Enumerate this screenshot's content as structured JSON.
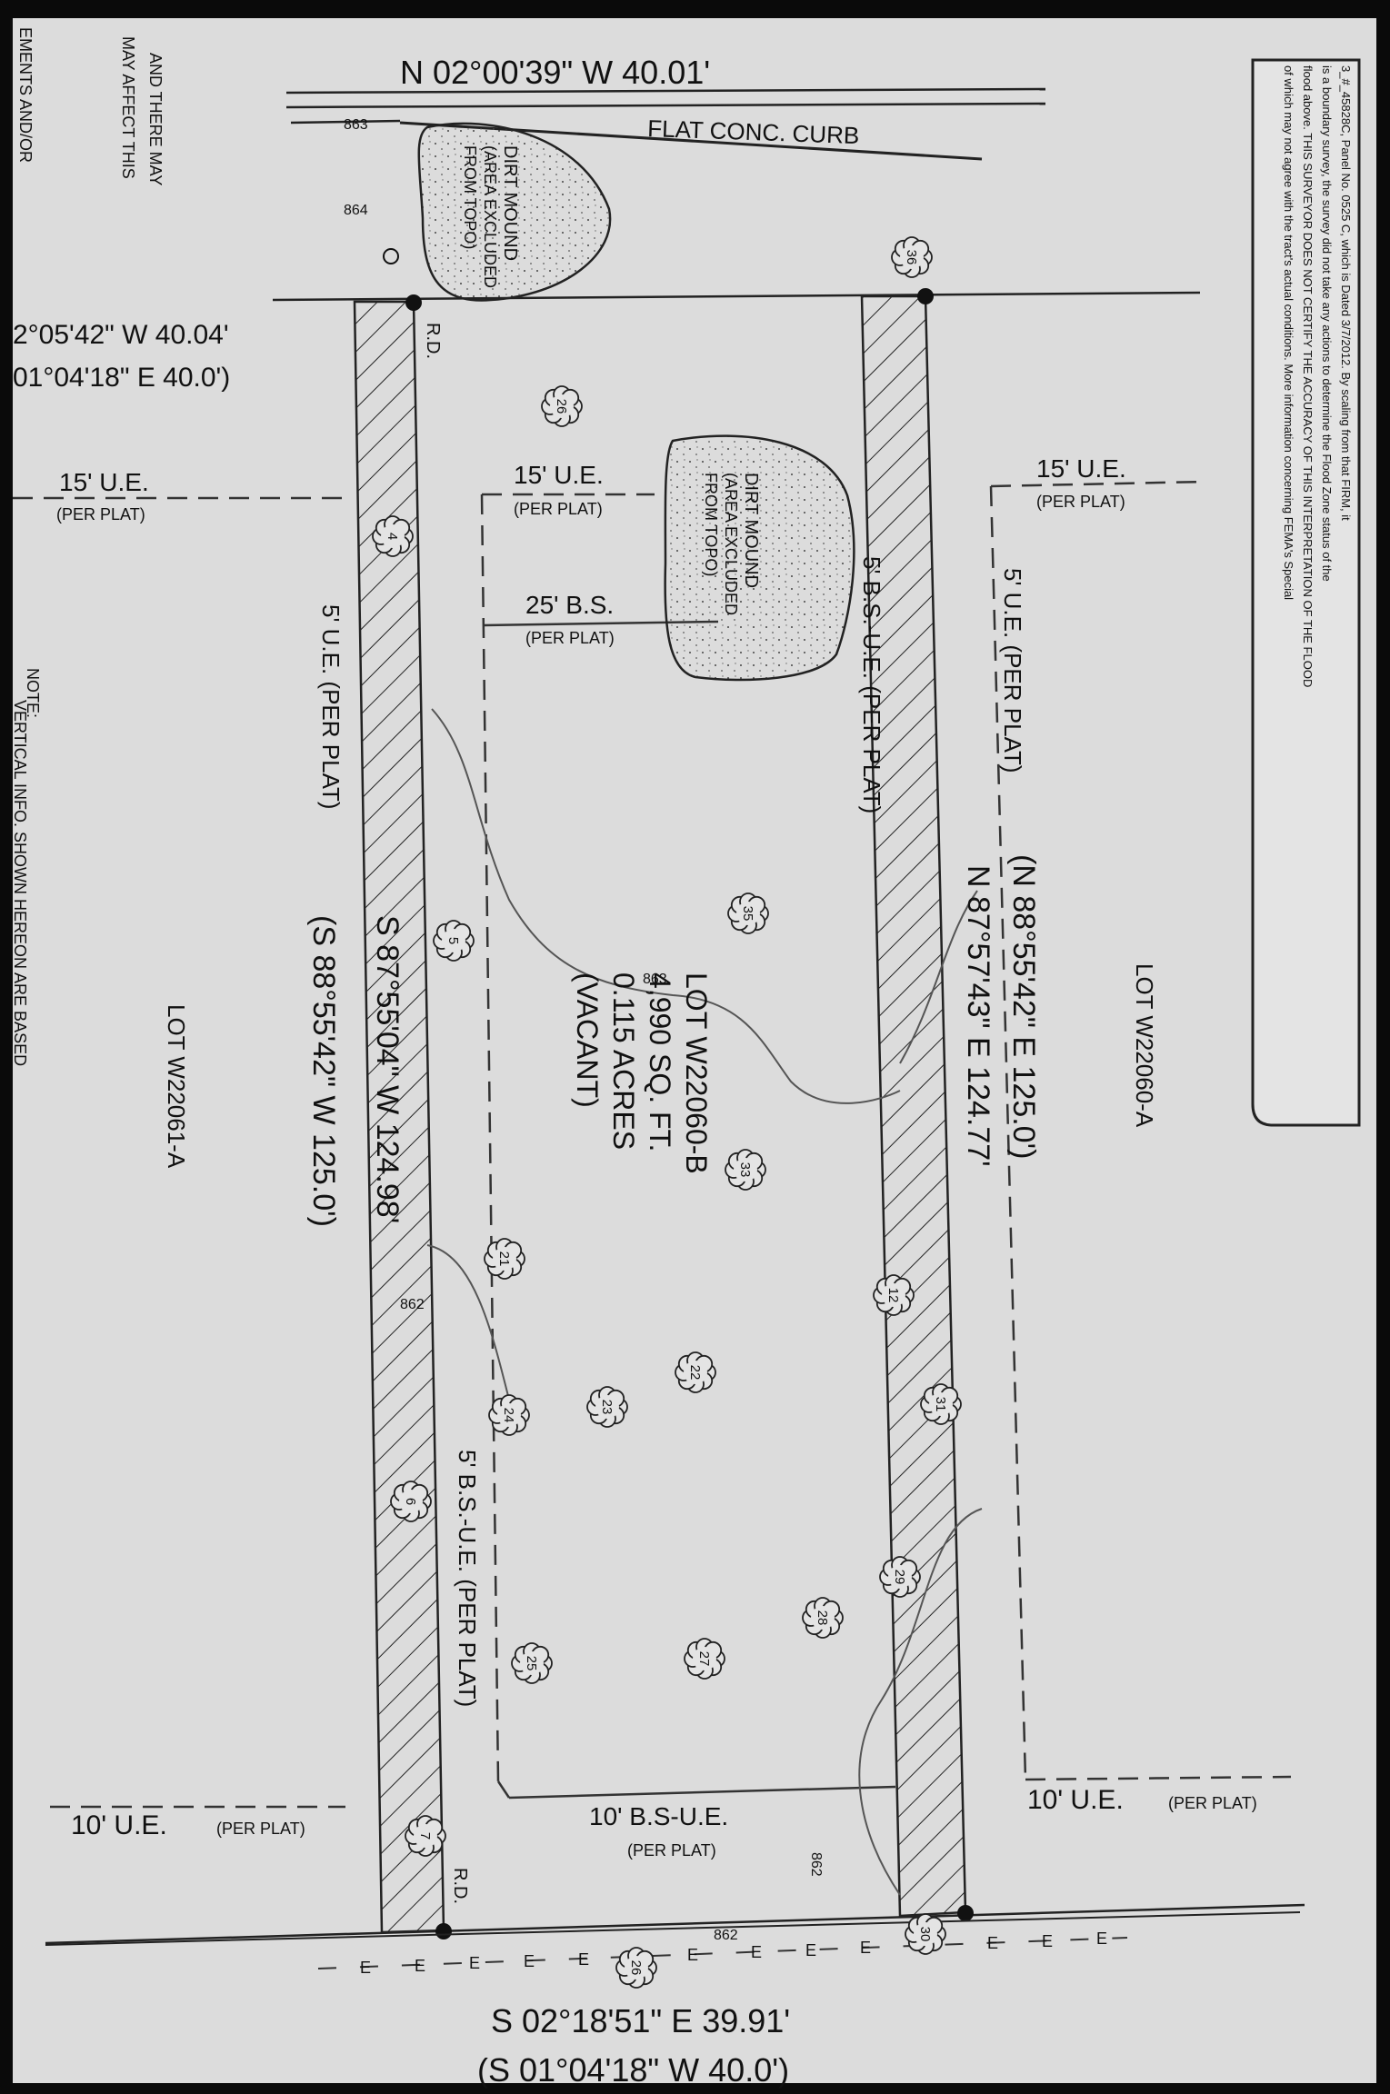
{
  "bearings": {
    "top_main": "N 02°00'39\" W   40.01'",
    "left_a": "2°05'42\"  W     40.04'",
    "left_b": "01°04'18\"  E     40.0')",
    "right_measured": "N 87°57'43\" E   124.77'",
    "right_record": "(N 88°55'42\" E     125.0')",
    "left_measured": "S 87°55'04\" W   124.98'",
    "left_record": "(S 88°55'42\" W     125.0')",
    "bottom_measured": "S 02°18'51\" E    39.91'",
    "bottom_record": "(S 01°04'18\" W    40.0')"
  },
  "labels": {
    "flat_curb": "FLAT CONC. CURB",
    "dirt_mound": "DIRT MOUND",
    "area_excluded": "(AREA EXCLUDED",
    "from_topo": "FROM TOPO)",
    "ue15": "15' U.E.",
    "per_plat": "(PER PLAT)",
    "bs25": "25' B.S.",
    "ue5": "5' U.E.",
    "ue5_per_plat": "5' U.E.  (PER PLAT)",
    "bsue5_per_plat": "5' B.S.-U.E.  (PER PLAT)",
    "ue10": "10' U.E.",
    "bsue10": "10' B.S-U.E.",
    "rd": "R.D.",
    "lot_a": "LOT W22060-A",
    "lot_c": "LOT W22061-A",
    "lot_main": "LOT W22060-B",
    "area_sqft": "4,990 SQ. FT.",
    "area_acres": "0.115 ACRES",
    "vacant": "(VACANT)",
    "note": "NOTE:",
    "edge_text_1": "AND THERE MAY",
    "edge_text_2": "MAY AFFECT THIS",
    "edge_text_3": "EMENTS AND/OR",
    "edge_text_4": "VERTICAL INFO. SHOWN HEREON ARE BASED",
    "electric_e": "E",
    "c863": "863",
    "c864": "864",
    "c862": "862"
  },
  "flood_note": {
    "line1": "3_#_45828C, Panel No. 0525 C, which is Dated 3/7/2012. By scaling from that FIRM, it",
    "line2": "is a boundary survey, the survey did not take any actions to determine the Flood Zone status of the",
    "line3": "flood above. THIS SURVEYOR DOES NOT CERTIFY THE ACCURACY OF THIS INTERPRETATION OF THE FLOOD",
    "line4": "of which may not agree with the tract's actual conditions. More information concerning FEMA's Special"
  },
  "trees": [
    "36",
    "26",
    "4",
    "35",
    "5",
    "33",
    "21",
    "22",
    "23",
    "24",
    "6",
    "12",
    "31",
    "29",
    "28",
    "27",
    "25",
    "7",
    "26",
    "30"
  ]
}
